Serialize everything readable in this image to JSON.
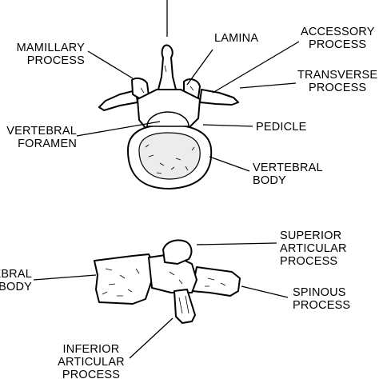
{
  "top_view": {
    "mamillary_process": [
      "MAMILLARY",
      "PROCESS"
    ],
    "lamina": "LAMINA",
    "accessory_process": [
      "ACCESSORY",
      "PROCESS"
    ],
    "transverse_process": [
      "TRANSVERSE",
      "PROCESS"
    ],
    "vertebral_foramen": [
      "VERTEBRAL",
      "FORAMEN"
    ],
    "pedicle": "PEDICLE",
    "vertebral_body": [
      "VERTEBRAL",
      "BODY"
    ]
  },
  "side_view": {
    "vertebral_body": [
      "VERTEBRAL",
      "BODY"
    ],
    "superior_articular_process": [
      "SUPERIOR",
      "ARTICULAR",
      "PROCESS"
    ],
    "spinous_process": [
      "SPINOUS",
      "PROCESS"
    ],
    "inferior_articular_process": [
      "INFERIOR",
      "ARTICULAR",
      "PROCESS"
    ]
  }
}
